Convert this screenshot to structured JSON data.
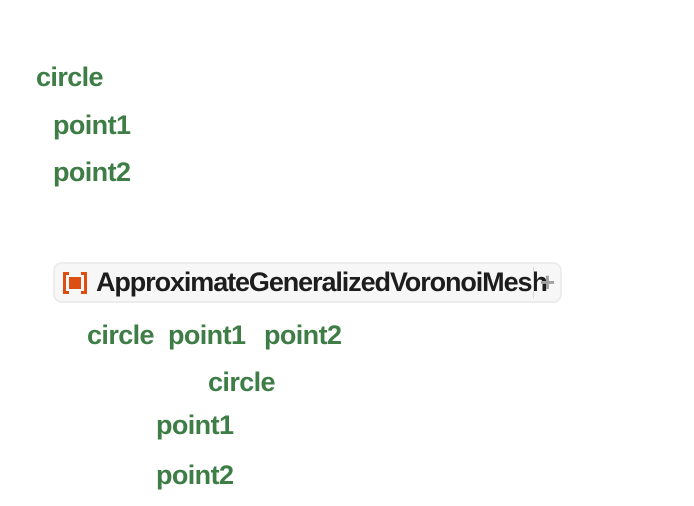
{
  "colors": {
    "background": "#ffffff",
    "symbol_green": "#3e7d45",
    "badge_orange": "#dd4e12",
    "badge_bg": "#f7f7f7",
    "badge_border": "#ececec",
    "badge_text": "#1d1d1d",
    "badge_divider": "#d9d9d9",
    "plus_gray": "#a3a3a3"
  },
  "code": {
    "definitions": [
      {
        "token": "circle"
      },
      {
        "token": "point1"
      },
      {
        "token": "point2"
      }
    ],
    "call": {
      "function_badge": {
        "label": "ApproximateGeneralizedVoronoiMesh",
        "icon": "resource-function-icon",
        "insert_button": "+"
      },
      "arguments": [
        {
          "token": "circle"
        },
        {
          "token": "point1"
        },
        {
          "token": "point2"
        }
      ],
      "option_values": [
        {
          "token": "circle"
        },
        {
          "token": "point1"
        },
        {
          "token": "point2"
        }
      ]
    }
  }
}
